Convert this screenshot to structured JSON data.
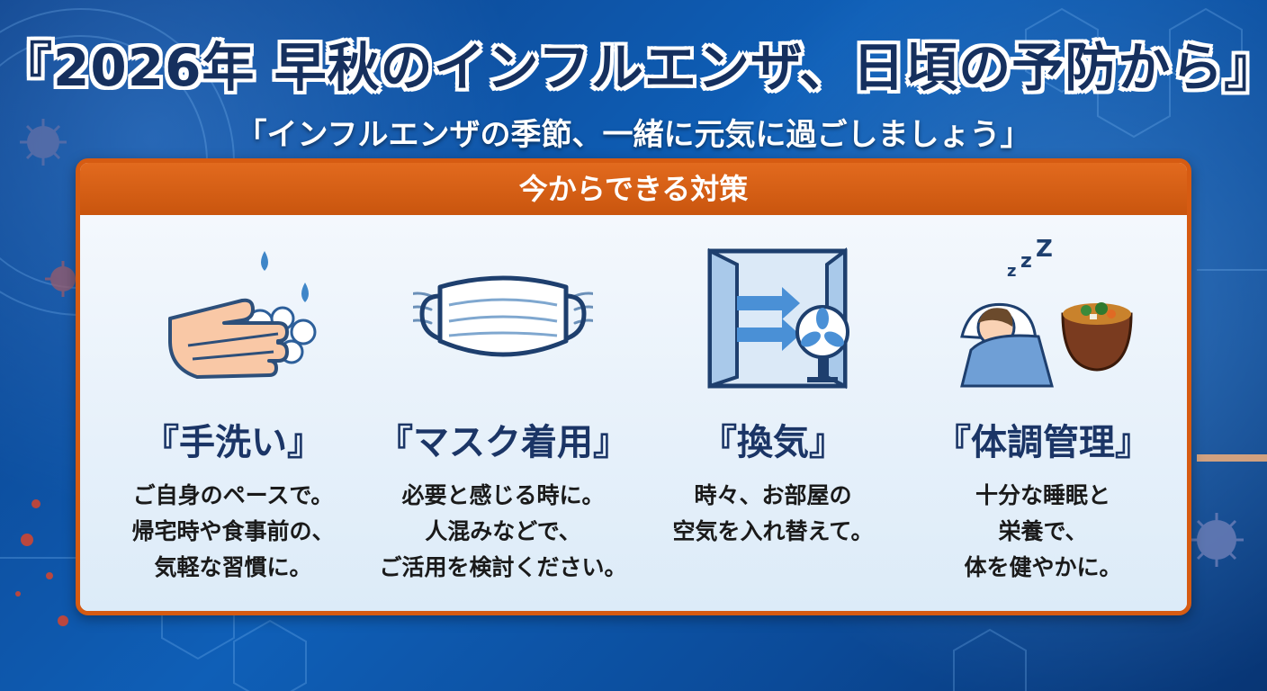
{
  "title": "『2026年 早秋のインフルエンザ、日頃の予防から』",
  "subtitle": "「インフルエンザの季節、一緒に元気に過ごしましょう」",
  "panel": {
    "header": "今からできる対策",
    "items": [
      {
        "icon": "handwash-icon",
        "title": "『手洗い』",
        "lines": [
          "ご自身のペースで。",
          "帰宅時や食事前の、",
          "気軽な習慣に。"
        ]
      },
      {
        "icon": "mask-icon",
        "title": "『マスク着用』",
        "lines": [
          "必要と感じる時に。",
          "人混みなどで、",
          "ご活用を検討ください。"
        ]
      },
      {
        "icon": "ventilation-icon",
        "title": "『換気』",
        "lines": [
          "時々、お部屋の",
          "空気を入れ替えて。"
        ]
      },
      {
        "icon": "health-care-icon",
        "title": "『体調管理』",
        "lines": [
          "十分な睡眠と",
          "栄養で、",
          "体を健やかに。"
        ]
      }
    ]
  },
  "colors": {
    "background": "#0f5fb7",
    "title_text": "#16305e",
    "header": "#d65b12",
    "panel_bg": "#e6f1fb"
  }
}
